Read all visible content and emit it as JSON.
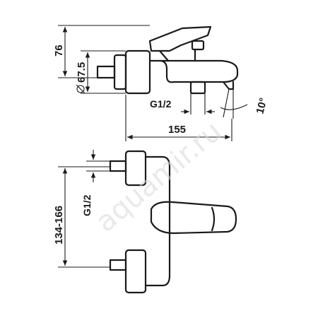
{
  "labels": {
    "height_total": "76",
    "diameter": "67.5",
    "thread_side": "G1/2",
    "angle": "10°",
    "length": "155",
    "centers_range": "134-166",
    "thread_front": "G1/2"
  },
  "watermark": "aquamir.ru"
}
